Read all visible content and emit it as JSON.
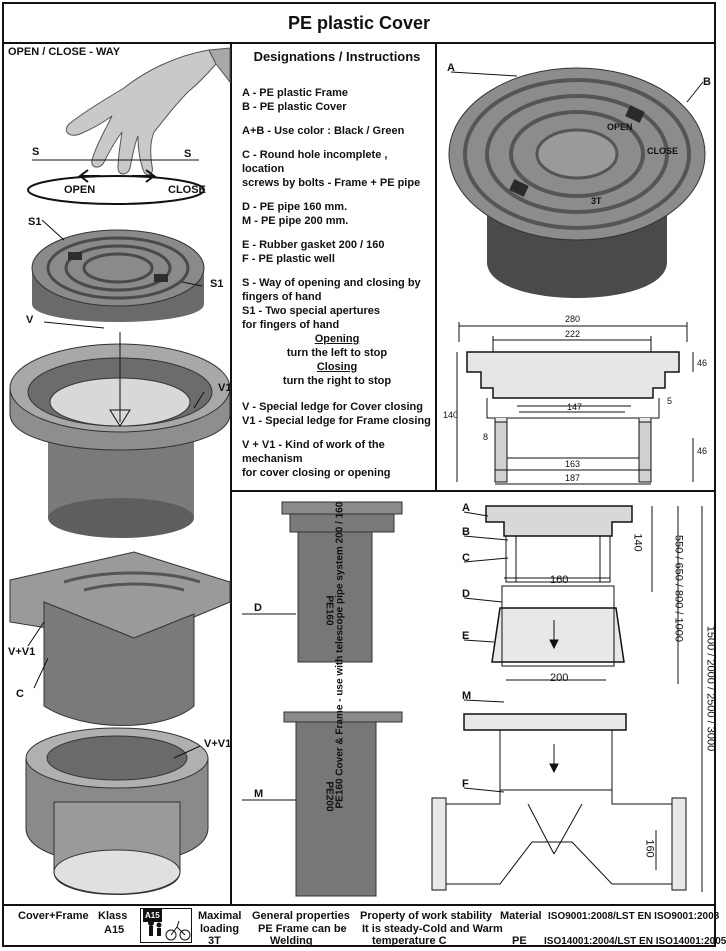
{
  "title": "PE plastic Cover",
  "left": {
    "heading": "OPEN / CLOSE - WAY",
    "s_left": "S",
    "s_right": "S",
    "open": "OPEN",
    "close": "CLOSE",
    "s1_a": "S1",
    "s1_b": "S1",
    "v": "V",
    "v1_a": "V1",
    "vv1_a": "V+V1",
    "c": "C",
    "vv1_b": "V+V1"
  },
  "instructions": {
    "heading": "Designations /  Instructions",
    "a": "A - PE plastic Frame",
    "b": "B - PE plastic Cover",
    "ab": "A+B - Use color : Black / Green",
    "c": "C - Round hole incomplete , location\n      screws  by bolts - Frame + PE pipe",
    "d": "D - PE pipe 160 mm.",
    "m": "M - PE pipe 200 mm.",
    "e": "E - Rubber gasket 200 / 160",
    "f": "F -  PE plastic well",
    "s": "S -    Way of opening  and closing by\n                fingers of hand",
    "s1": "S1 - Two special  apertures\n          for fingers of hand",
    "opening": "Opening",
    "opening_txt": "turn the  left to  stop",
    "closing": "Closing",
    "closing_txt": "turn the  right to stop",
    "v": "V -    Special ledge for Cover closing",
    "v1": "V1 - Special ledge for Frame closing",
    "vv1": "V + V1 -  Kind of work of the mechanism\n          for cover  closing or opening"
  },
  "drawing": {
    "label_a": "A",
    "label_b": "B",
    "dim_280": "280",
    "dim_222": "222",
    "dim_46a": "46",
    "dim_140": "140",
    "dim_147": "147",
    "dim_5": "5",
    "dim_8": "8",
    "dim_46b": "46",
    "dim_163": "163",
    "dim_187": "187",
    "lid_text": "OPEN",
    "lid_text2": "CLOSE",
    "brand": "3T"
  },
  "assembly": {
    "vertical_caption": "PE160 Cover & Frame - use with telescope pipe system 200 / 160",
    "d": "D",
    "m": "M",
    "pipe160": "PE160",
    "pipe200": "PE200",
    "a": "A",
    "b": "B",
    "c": "C",
    "d2": "D",
    "e": "E",
    "m2": "M",
    "f": "F",
    "dim_140": "140",
    "dim_160": "160",
    "dim_200": "200",
    "dim_160b": "160",
    "dim_heights": "550 / 650 / 800 / 1000",
    "dim_total": "1500 / 2000 / 2500 / 3000"
  },
  "footer": {
    "cover_frame": "Cover+Frame",
    "klass": "Klass",
    "klass_val": "A15",
    "icon_label": "A15",
    "maximal": "Maximal",
    "loading": "loading",
    "loading_val": "3T",
    "general": "General properties",
    "general_1": "PE Frame can be",
    "general_2": "Welding",
    "property": "Property of work stability",
    "property_1": "It is steady-Cold and Warm",
    "property_2": "temperature C",
    "material": "Material",
    "pe": "PE",
    "iso1": "ISO9001:2008/LST EN ISO9001:2008",
    "iso2": "ISO14001:2004/LST EN ISO14001:2005"
  },
  "colors": {
    "ink": "#111111",
    "shade": "#6f6f6f",
    "light": "#b8b8b8",
    "dark": "#3a3a3a"
  }
}
